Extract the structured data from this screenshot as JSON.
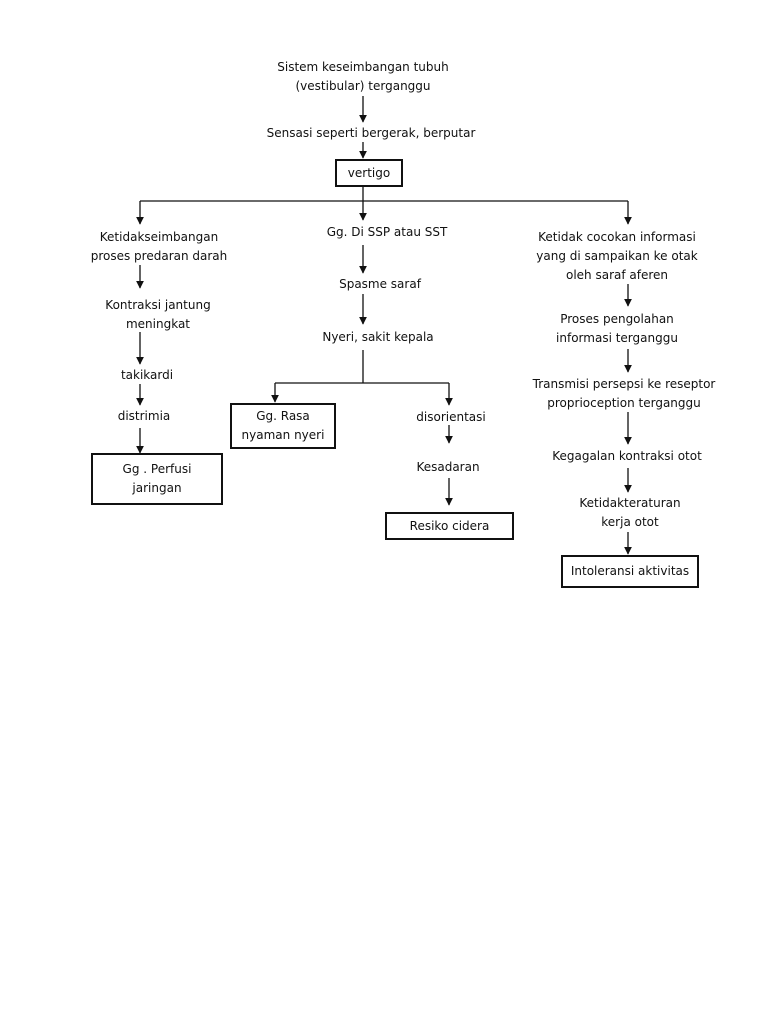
{
  "root": {
    "line1": "Sistem keseimbangan tubuh",
    "line2": "(vestibular) terganggu"
  },
  "sensation": "Sensasi seperti bergerak, berputar",
  "vertigo": "vertigo",
  "left": {
    "n1": {
      "line1": "Ketidakseimbangan",
      "line2": "proses predaran darah"
    },
    "n2": {
      "line1": "Kontraksi jantung",
      "line2": "meningkat"
    },
    "n3": "takikardi",
    "n4": "distrimia",
    "result": {
      "line1": "Gg . Perfusi",
      "line2": "jaringan"
    }
  },
  "middle": {
    "n1": "Gg. Di SSP atau SST",
    "n2": "Spasme saraf",
    "n3": "Nyeri, sakit kepala",
    "result_left": {
      "line1": "Gg. Rasa",
      "line2": "nyaman nyeri"
    },
    "right_n1": "disorientasi",
    "right_n2": "Kesadaran",
    "result_right": "Resiko cidera"
  },
  "right": {
    "n1": {
      "line1": "Ketidak cocokan informasi",
      "line2": "yang di sampaikan ke otak",
      "line3": "oleh saraf aferen"
    },
    "n2": {
      "line1": "Proses pengolahan",
      "line2": "informasi terganggu"
    },
    "n3": {
      "line1": "Transmisi persepsi ke reseptor",
      "line2": "proprioception terganggu"
    },
    "n4": "Kegagalan kontraksi otot",
    "n5": {
      "line1": "Ketidakteraturan",
      "line2": "kerja otot"
    },
    "result": "Intoleransi aktivitas"
  }
}
